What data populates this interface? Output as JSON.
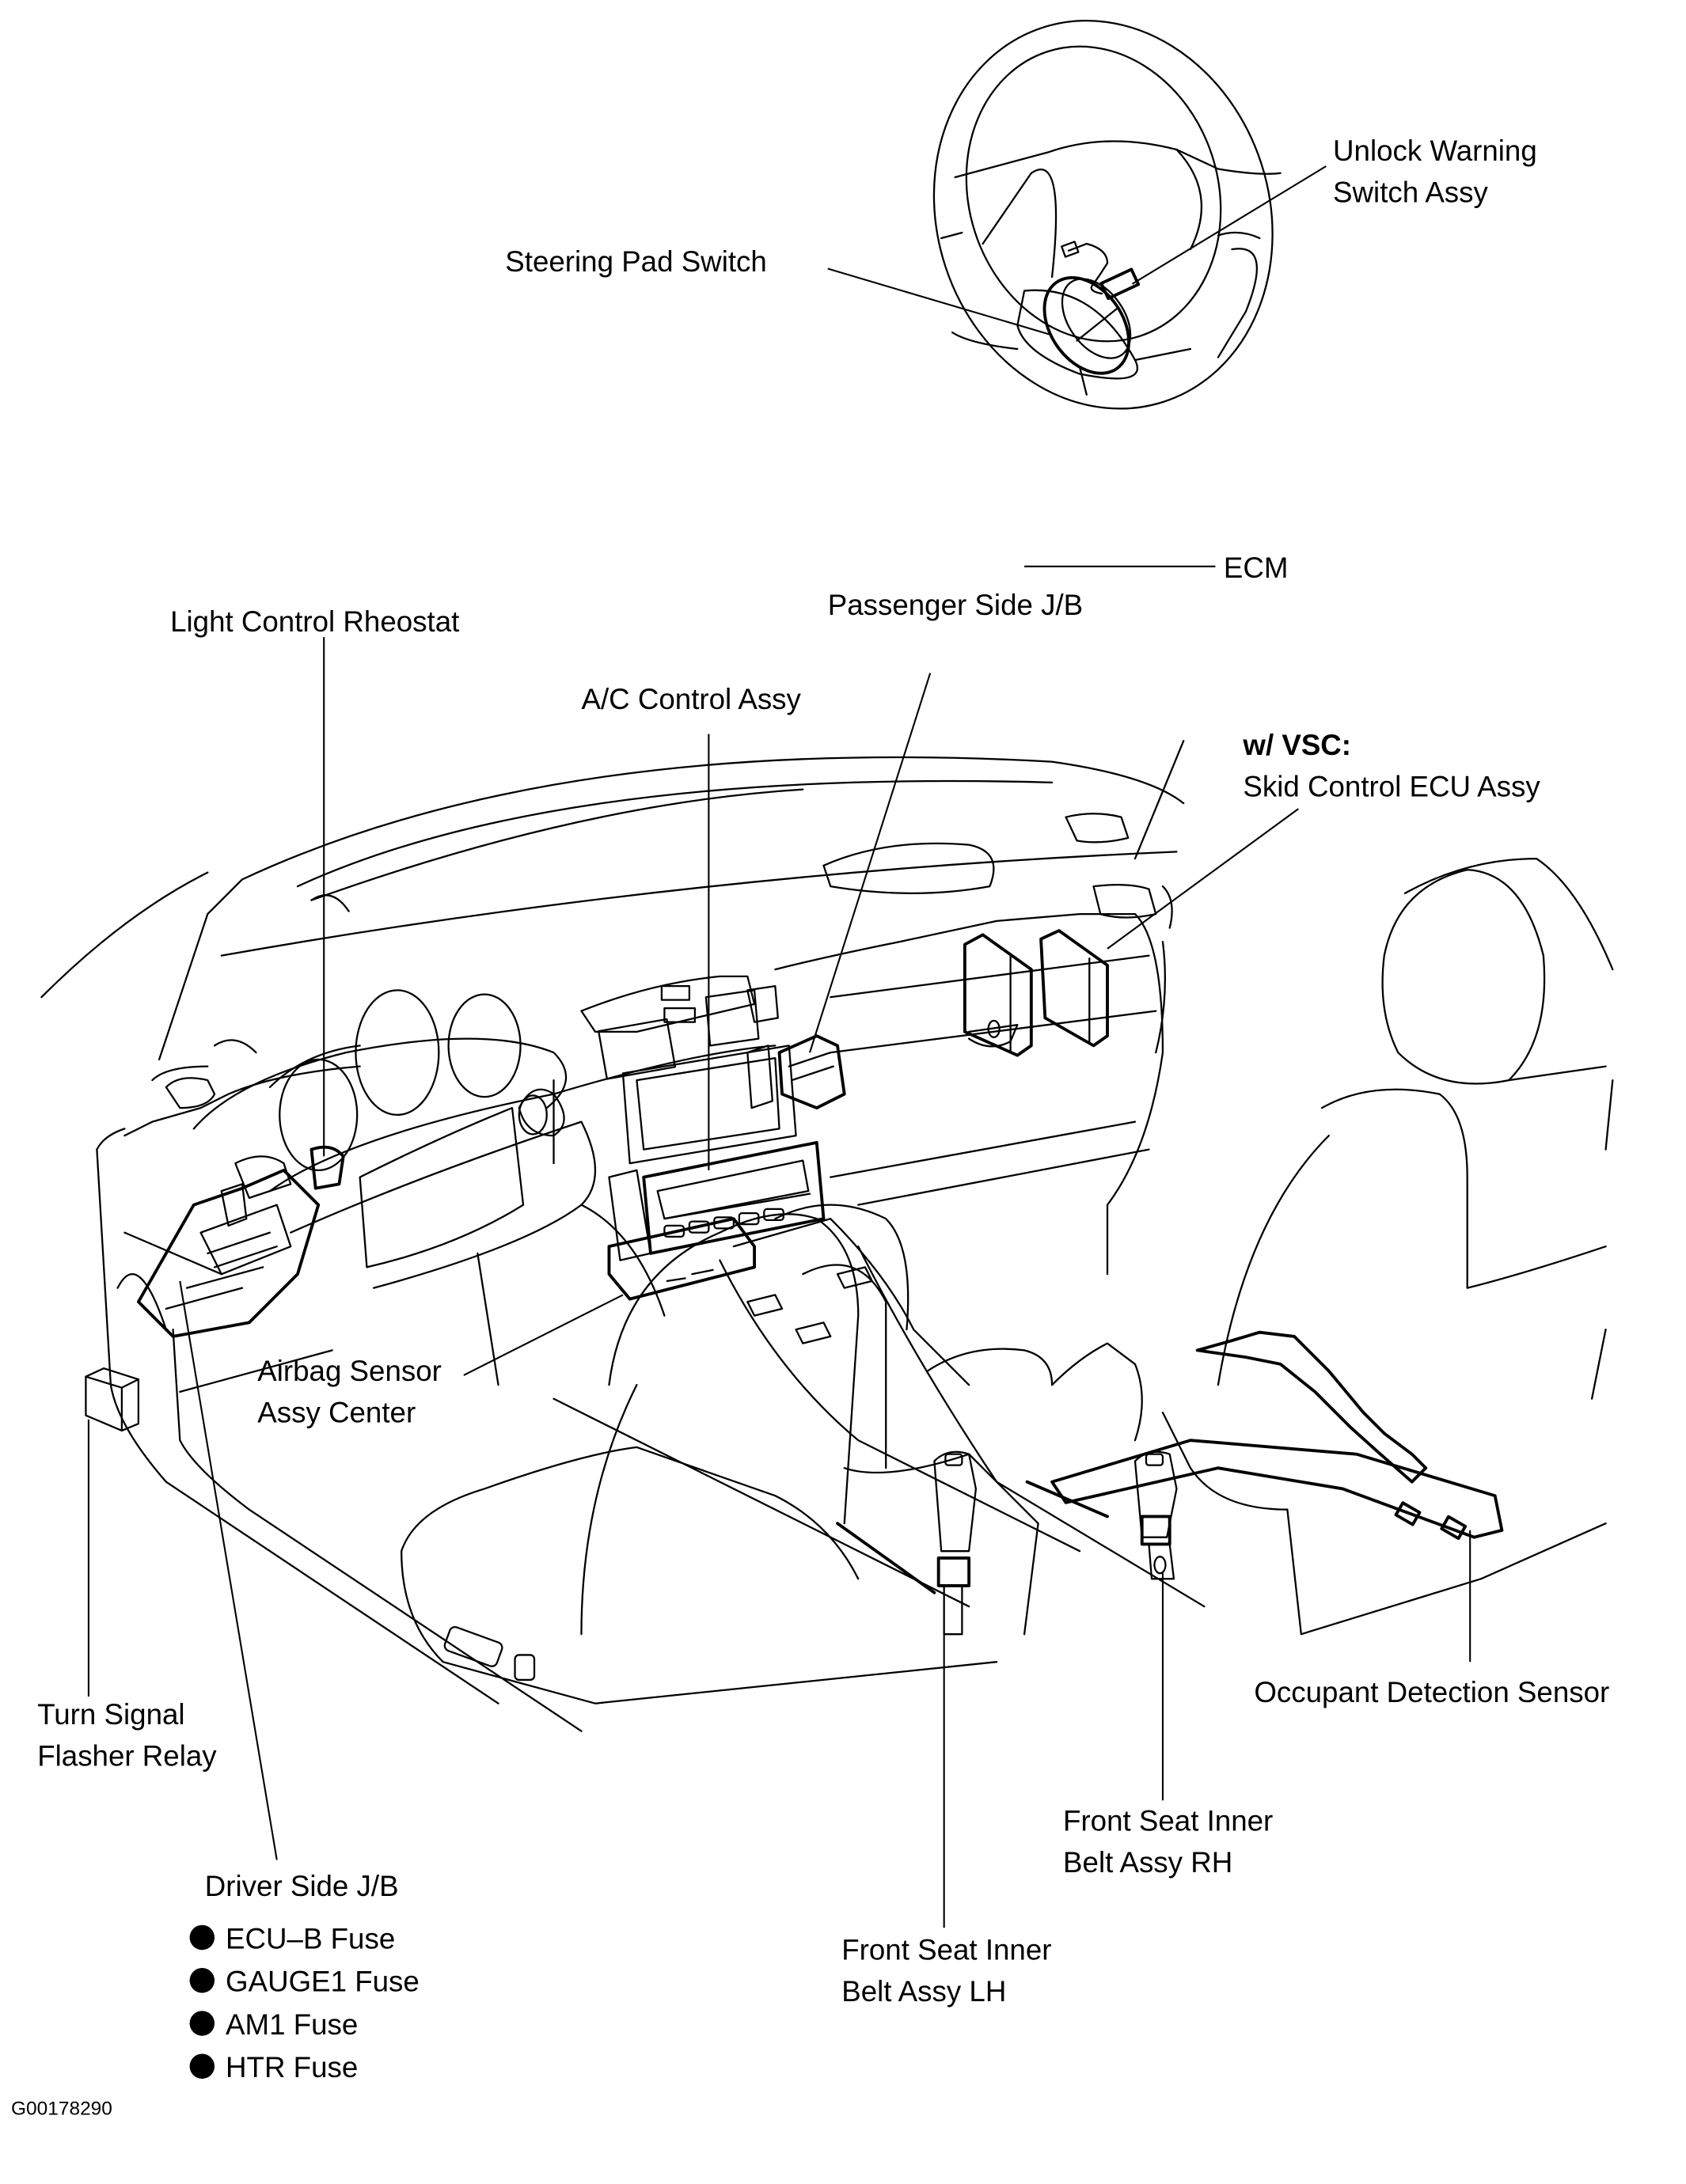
{
  "figure_id": "G00178290",
  "labels": {
    "unlock_warning": [
      "Unlock Warning",
      "Switch Assy"
    ],
    "steering_pad": "Steering Pad Switch",
    "light_control": "Light Control Rheostat",
    "passenger_jb": "Passenger Side J/B",
    "ac_control": "A/C Control Assy",
    "vsc_condition": "w/ VSC:",
    "skid_control": "Skid Control ECU Assy",
    "ecm": "ECM",
    "airbag_sensor": [
      "Airbag Sensor",
      "Assy Center"
    ],
    "turn_signal": [
      "Turn Signal",
      "Flasher Relay"
    ],
    "occupant_sensor": "Occupant Detection Sensor",
    "belt_rh": [
      "Front Seat Inner",
      "Belt Assy RH"
    ],
    "belt_lh": [
      "Front Seat Inner",
      "Belt Assy LH"
    ],
    "driver_jb": "Driver Side J/B"
  },
  "fuses": [
    {
      "label": "ECU–B Fuse",
      "icon": "filled-circle-bullet"
    },
    {
      "label": "GAUGE1 Fuse",
      "icon": "filled-circle-bullet"
    },
    {
      "label": "AM1 Fuse",
      "icon": "filled-circle-bullet"
    },
    {
      "label": "HTR Fuse",
      "icon": "filled-circle-bullet"
    }
  ]
}
